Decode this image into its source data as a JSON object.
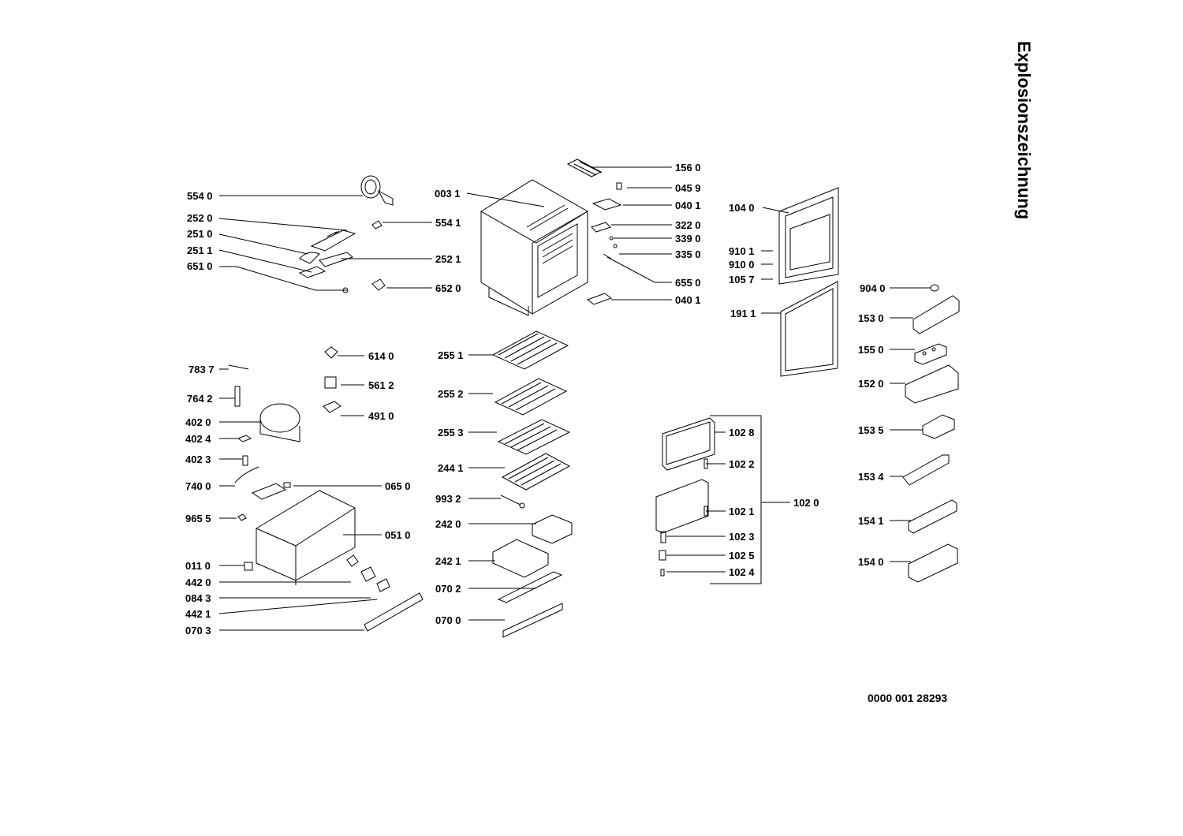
{
  "title": "Explosionszeichnung",
  "document_number": "0000 001 28293",
  "parts": {
    "p5540": "554 0",
    "p2520": "252 0",
    "p2510": "251 0",
    "p2511": "251 1",
    "p6510": "651 0",
    "p0031": "003 1",
    "p5541": "554 1",
    "p2521": "252 1",
    "p6520": "652 0",
    "p1560": "156 0",
    "p0459": "045 9",
    "p0401a": "040 1",
    "p3220": "322 0",
    "p3390": "339 0",
    "p3350": "335 0",
    "p6550": "655 0",
    "p0401b": "040 1",
    "p1040": "104 0",
    "p9101": "910 1",
    "p9100": "910 0",
    "p1057": "105 7",
    "p1911": "191 1",
    "p9040": "904 0",
    "p1530": "153 0",
    "p1550": "155 0",
    "p1520": "152 0",
    "p1535": "153 5",
    "p1534": "153 4",
    "p1541": "154 1",
    "p1540": "154 0",
    "p7837": "783 7",
    "p7642": "764 2",
    "p4020": "402 0",
    "p4024": "402 4",
    "p4023": "402 3",
    "p7400": "740 0",
    "p9655": "965 5",
    "p0110": "011 0",
    "p4420": "442 0",
    "p0843": "084 3",
    "p4421": "442 1",
    "p0703": "070 3",
    "p6140": "614 0",
    "p5612": "561 2",
    "p4910": "491 0",
    "p0650": "065 0",
    "p0510": "051 0",
    "p2551": "255 1",
    "p2552": "255 2",
    "p2553": "255 3",
    "p2441": "244 1",
    "p9932": "993 2",
    "p2420": "242 0",
    "p2421": "242 1",
    "p0702": "070 2",
    "p0700": "070 0",
    "p1028": "102 8",
    "p1022": "102 2",
    "p1021": "102 1",
    "p1023": "102 3",
    "p1025": "102 5",
    "p1024": "102 4",
    "p1020": "102 0"
  }
}
